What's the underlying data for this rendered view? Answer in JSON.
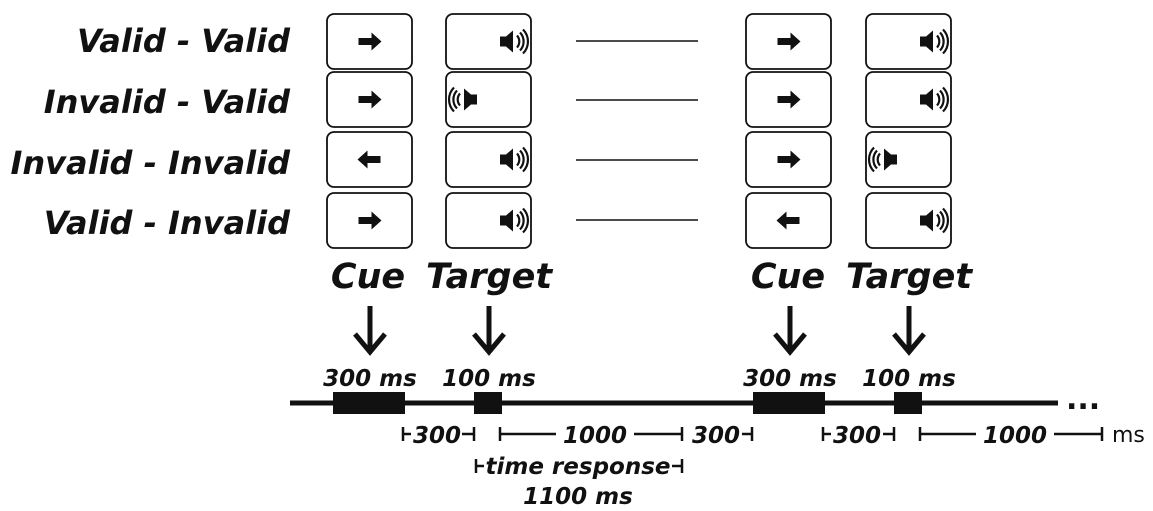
{
  "rows": [
    {
      "label": "Valid - Valid",
      "trial1": {
        "cue": "right",
        "target": "right"
      },
      "trial2": {
        "cue": "right",
        "target": "right"
      }
    },
    {
      "label": "Invalid - Valid",
      "trial1": {
        "cue": "right",
        "target": "left"
      },
      "trial2": {
        "cue": "right",
        "target": "right"
      }
    },
    {
      "label": "Invalid - Invalid",
      "trial1": {
        "cue": "left",
        "target": "right"
      },
      "trial2": {
        "cue": "right",
        "target": "left"
      }
    },
    {
      "label": "Valid - Invalid",
      "trial1": {
        "cue": "right",
        "target": "right"
      },
      "trial2": {
        "cue": "left",
        "target": "right"
      }
    }
  ],
  "phases": {
    "cue": "Cue",
    "target": "Target"
  },
  "durations": {
    "cue": "300 ms",
    "target": "100 ms"
  },
  "timeline": {
    "gap1": "300",
    "gap2": "1000",
    "gap3": "300",
    "gap4": "300",
    "gap5": "1000",
    "unit": "ms",
    "continuation": "...",
    "response_label": "time response",
    "response_duration": "1100 ms"
  },
  "icons": {
    "cue": "arrow-icon",
    "target": "speaker-icon"
  }
}
